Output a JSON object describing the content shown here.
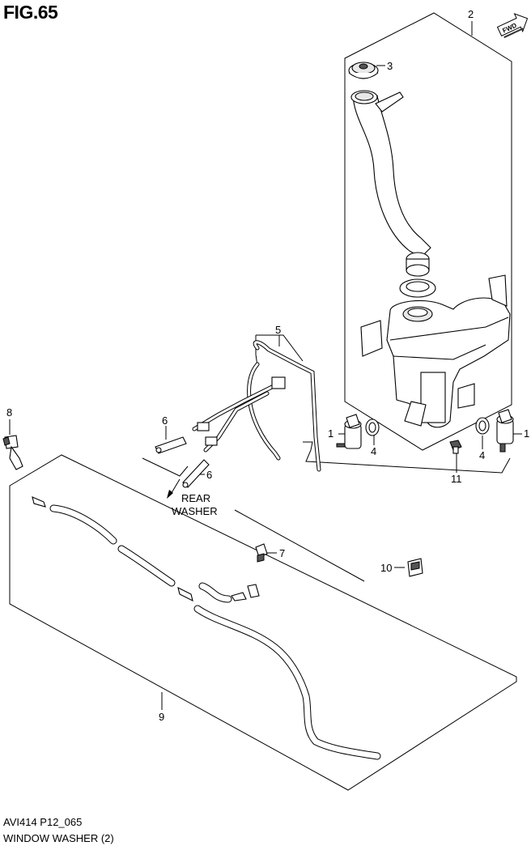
{
  "figure": {
    "title": "FIG.65",
    "code": "AVI414 P12_065",
    "caption": "WINDOW WASHER (2)"
  },
  "direction_badge": "FWD",
  "note_rear_washer": [
    "REAR",
    "WASHER"
  ],
  "callouts": {
    "c1a": "1",
    "c1b": "1",
    "c2": "2",
    "c3": "3",
    "c4a": "4",
    "c4b": "4",
    "c5": "5",
    "c6a": "6",
    "c6b": "6",
    "c7": "7",
    "c8": "8",
    "c9": "9",
    "c10": "10",
    "c11": "11"
  },
  "icons": [
    "fwd-arrow-icon",
    "rear-direction-arrow-icon"
  ]
}
